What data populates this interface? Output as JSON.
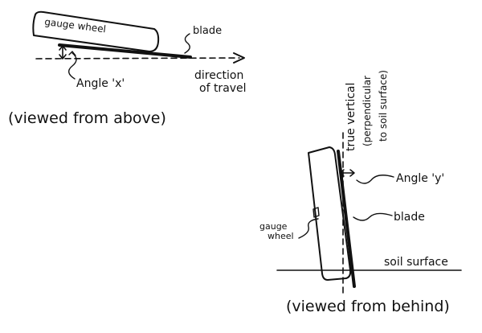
{
  "top_view": {
    "wheel_label": "gauge wheel",
    "blade_label": "blade",
    "angle_label": "Angle 'x'",
    "direction_line1": "direction",
    "direction_line2": "of travel",
    "caption": "(viewed from above)"
  },
  "side_view": {
    "vertical_line1": "true vertical",
    "vertical_line2": "(perpendicular",
    "vertical_line3": "to soil surface)",
    "angle_label": "Angle 'y'",
    "blade_label": "blade",
    "wheel_line1": "gauge",
    "wheel_line2": "wheel",
    "soil_label": "soil surface",
    "caption": "(viewed from behind)"
  },
  "colors": {
    "ink": "#111111",
    "background": "#ffffff"
  }
}
